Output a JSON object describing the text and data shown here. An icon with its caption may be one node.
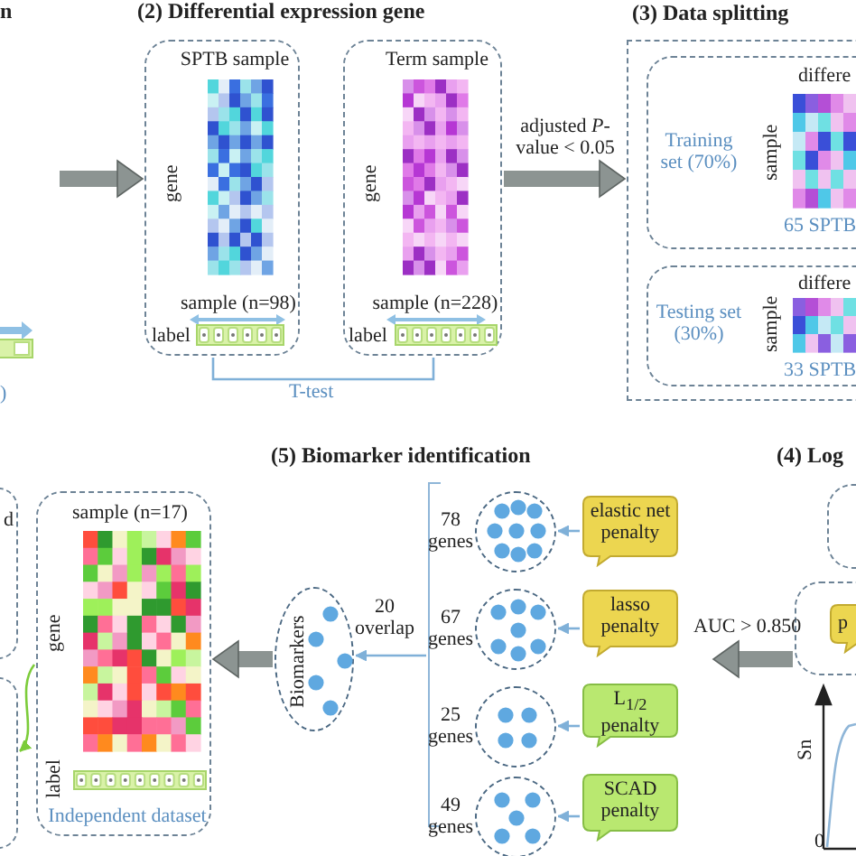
{
  "diagram": {
    "nodes": [
      {
        "text": [
          "d"
        ]
      },
      {
        "text": [],
        "shape": "box"
      },
      {
        "text": [
          "SPTB sample",
          "gene",
          "sample (n=98)",
          "label"
        ]
      },
      {
        "text": [
          "Term sample",
          "gene",
          "sample (n=228)",
          "label"
        ]
      },
      {
        "text": [
          "(3) Data splitting"
        ]
      },
      {
        "text": [
          "Training set (70%)",
          "sample",
          "differe",
          "65 SPTB"
        ],
        "in": 4
      },
      {
        "text": [
          "Testing set (30%)",
          "sample",
          "differe",
          "33 SPTB"
        ],
        "in": 4
      },
      {
        "text": [
          "sample (n=17)",
          "gene",
          "label",
          "Independent dataset"
        ]
      },
      {
        "text": [
          "Biomarkers"
        ]
      },
      {
        "text": [],
        "shape": "circle",
        "beside": [
          "78 genes"
        ]
      },
      {
        "text": [
          "elastic net penalty"
        ]
      },
      {
        "text": [],
        "shape": "circle",
        "beside": [
          "67 genes"
        ]
      },
      {
        "text": [
          "lasso penalty"
        ]
      },
      {
        "text": [],
        "shape": "circle",
        "beside": [
          "25 genes"
        ]
      },
      {
        "text": [
          "L$_{1/2}$ penalty"
        ]
      },
      {
        "text": [],
        "shape": "circle",
        "beside": [
          "49 genes"
        ]
      },
      {
        "text": [
          "SCAD penalty"
        ]
      },
      {
        "text": [],
        "shape": "box"
      },
      {
        "text": [],
        "shape": "box"
      },
      {
        "text": [
          "p"
        ],
        "in": 18
      },
      {
        "text": [],
        "shape": "bracket"
      }
    ],
    "edges": [
      {
        "from": null,
        "to": 2,
        "arrow": "to",
        "style": "thick",
        "color": "#8c9492"
      },
      {
        "from": 3,
        "to": 4,
        "arrow": "to",
        "label": "adjusted *P*-value < 0.05",
        "style": "thick",
        "color": "#8c9492"
      },
      {
        "from": 18,
        "to": null,
        "arrow": "to",
        "label": "AUC > 0.850",
        "style": "thick",
        "color": "#8c9492"
      },
      {
        "from": 10,
        "to": 9,
        "arrow": "to"
      },
      {
        "from": 12,
        "to": 11,
        "arrow": "to"
      },
      {
        "from": 14,
        "to": 13,
        "arrow": "to"
      },
      {
        "from": 16,
        "to": 15,
        "arrow": "to"
      },
      {
        "from": 20,
        "to": 8,
        "arrow": "to",
        "label": "20 overlap"
      },
      {
        "from": 8,
        "to": 7,
        "arrow": "to",
        "style": "thick",
        "color": "#8c9492"
      },
      {
        "from": 7,
        "to": 1,
        "arrow": "to",
        "color": "#7ccc3a"
      },
      {
        "from": 2,
        "to": 3,
        "arrow": "none",
        "label": "T-test"
      }
    ],
    "labels": [
      "n",
      "(2) Differential expression gene",
      ")",
      "(5) Biomarker identification",
      "(4) Log",
      "Sn",
      "0"
    ]
  }
}
